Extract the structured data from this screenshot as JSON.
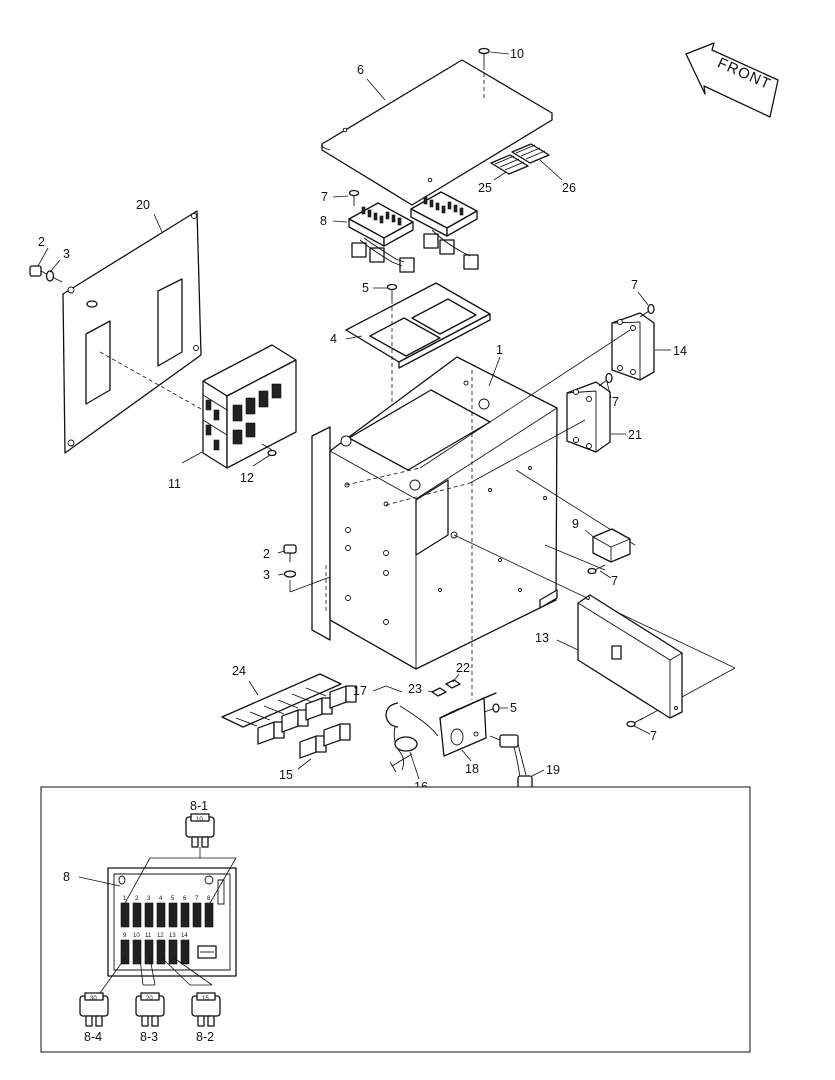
{
  "callouts": {
    "c1": "1",
    "c2a": "2",
    "c2b": "2",
    "c3a": "3",
    "c3b": "3",
    "c4": "4",
    "c5a": "5",
    "c5b": "5",
    "c6": "6",
    "c7a": "7",
    "c7b": "7",
    "c7c": "7",
    "c7d": "7",
    "c7e": "7",
    "c8": "8",
    "c9": "9",
    "c10": "10",
    "c11": "11",
    "c12": "12",
    "c13": "13",
    "c14": "14",
    "c15": "15",
    "c16": "16",
    "c17": "17",
    "c18": "18",
    "c19": "19",
    "c20": "20",
    "c21": "21",
    "c22": "22",
    "c23": "23",
    "c24": "24",
    "c25": "25",
    "c26": "26"
  },
  "front_arrow": {
    "label": "FRONT"
  },
  "inset": {
    "callout": "8",
    "sub_callouts": {
      "s81": "8-1",
      "s82": "8-2",
      "s83": "8-3",
      "s84": "8-4"
    },
    "fuse_ratings": {
      "f81": "10",
      "f82": "15",
      "f83": "20",
      "f84": "30"
    },
    "top_row_slots": [
      "1",
      "2",
      "3",
      "4",
      "5",
      "6",
      "7",
      "8"
    ],
    "bottom_row_slots": [
      "9",
      "10",
      "11",
      "12",
      "13",
      "14"
    ]
  }
}
